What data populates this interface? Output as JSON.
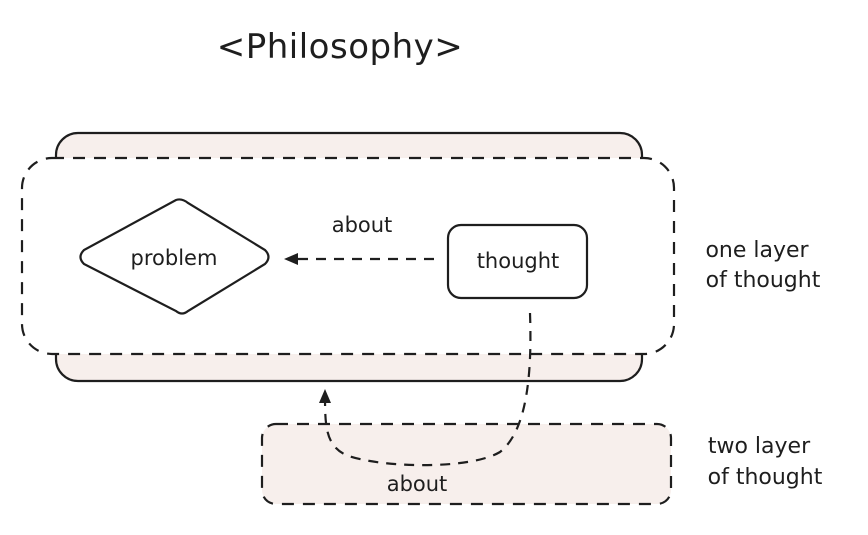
{
  "title": "<Philosophy>",
  "nodes": {
    "problem": "problem",
    "thought": "thought"
  },
  "edges": {
    "about_1": "about",
    "about_2": "about"
  },
  "annotations": {
    "one_layer": [
      "one layer",
      "of thought"
    ],
    "two_layer": [
      "two layer",
      "of thought"
    ]
  },
  "colors": {
    "ink": "#1e1e1e",
    "fill": "#f7efec",
    "background": "#ffffff"
  }
}
